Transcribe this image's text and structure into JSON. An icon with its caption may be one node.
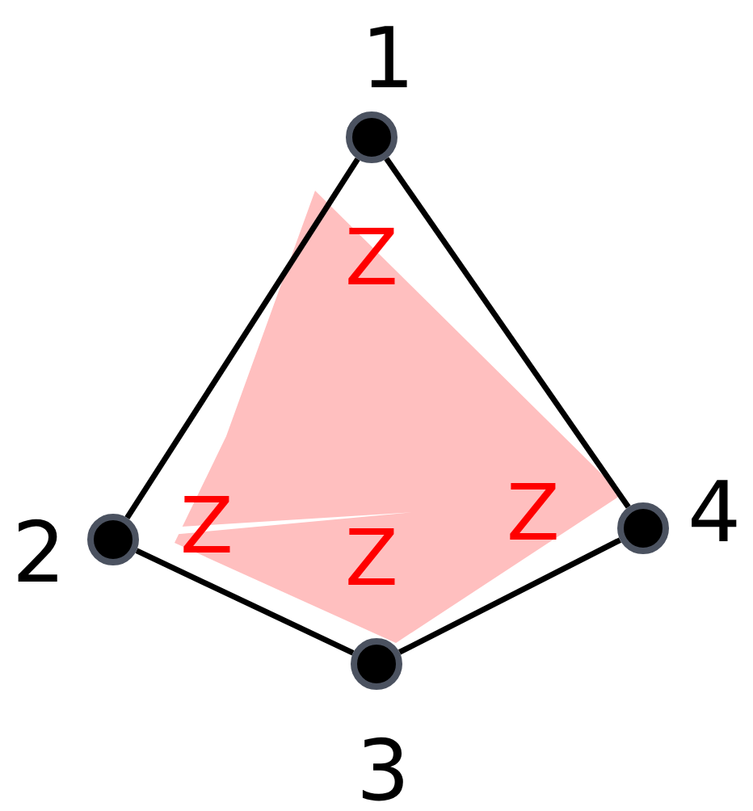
{
  "diagram": {
    "nodes": [
      {
        "text": [],
        "shape": "circle",
        "beside": [
          "1"
        ]
      },
      {
        "text": [],
        "shape": "circle",
        "beside": [
          "2"
        ]
      },
      {
        "text": [],
        "shape": "circle",
        "beside": [
          "3"
        ]
      },
      {
        "text": [],
        "shape": "circle",
        "beside": [
          "4"
        ]
      }
    ],
    "edges": [
      {
        "from": 0,
        "to": 1,
        "arrow": "none"
      },
      {
        "from": 1,
        "to": 2,
        "arrow": "none"
      },
      {
        "from": 2,
        "to": 3,
        "arrow": "none"
      },
      {
        "from": 3,
        "to": 0,
        "arrow": "none"
      }
    ],
    "labels": [
      "Z",
      "Z",
      "Z",
      "Z"
    ]
  }
}
